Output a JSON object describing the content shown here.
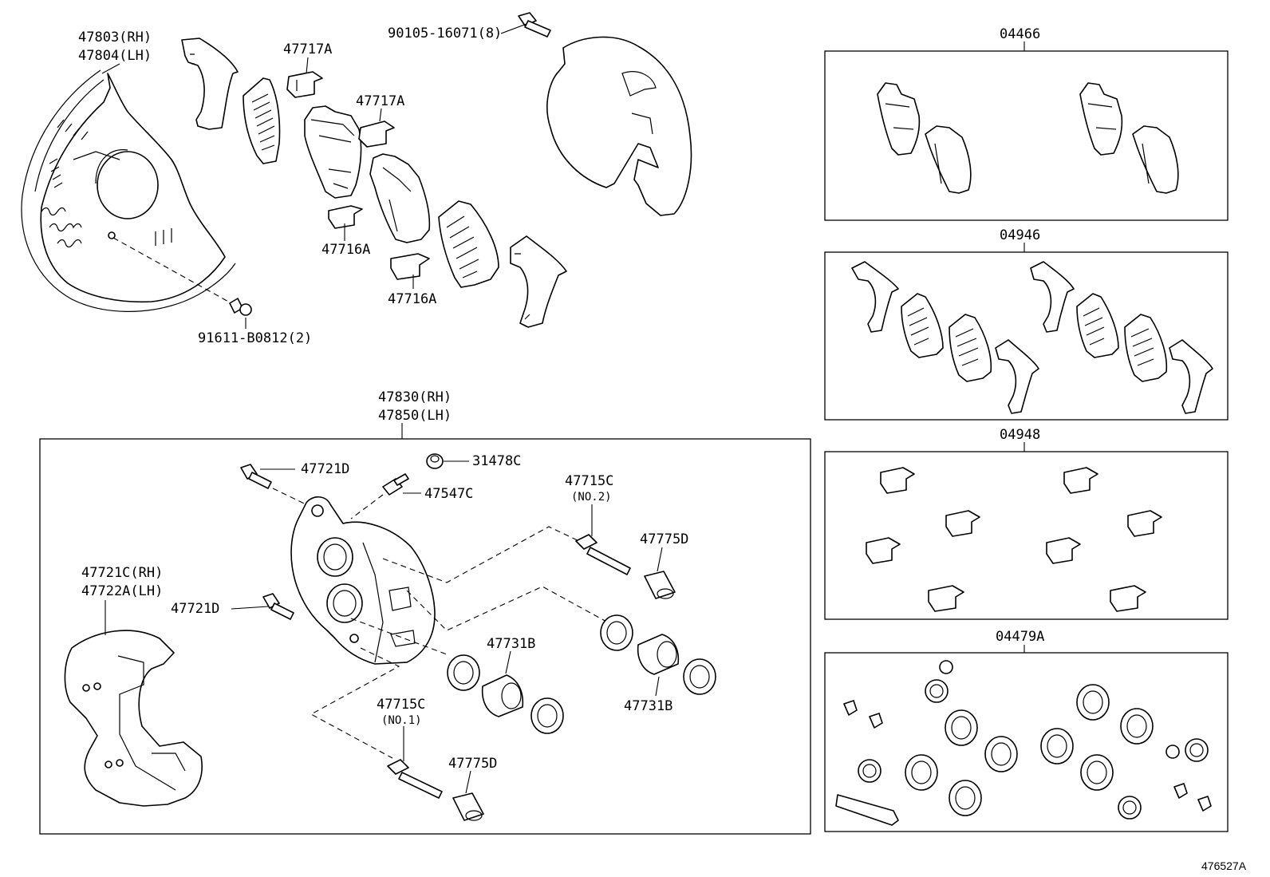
{
  "labels": {
    "shield_rh": "47803(RH)",
    "shield_lh": "47804(LH)",
    "shield_bolt": "91611-B0812(2)",
    "clip_717a_top": "47717A",
    "clip_717a_mid": "47717A",
    "clip_716a_left": "47716A",
    "clip_716a_right": "47716A",
    "caliper_bolt": "90105-16071(8)",
    "caliper_rh": "47830(RH)",
    "caliper_lh": "47850(LH)",
    "bolt_721d_top": "47721D",
    "bolt_721d_bottom": "47721D",
    "cap_31478c": "31478C",
    "bleeder_47547c": "47547C",
    "pin_no2": "47715C",
    "pin_no2_note": "(NO.2)",
    "pin_no1": "47715C",
    "pin_no1_note": "(NO.1)",
    "boot_top": "47775D",
    "boot_bottom": "47775D",
    "piston_lower": "47731B",
    "piston_right": "47731B",
    "mount_rh": "47721C(RH)",
    "mount_lh": "47722A(LH)"
  },
  "kits": {
    "pad_kit": "04466",
    "shim_kit": "04946",
    "clip_kit": "04948",
    "seal_kit": "04479A"
  },
  "figure_id": "476527A"
}
